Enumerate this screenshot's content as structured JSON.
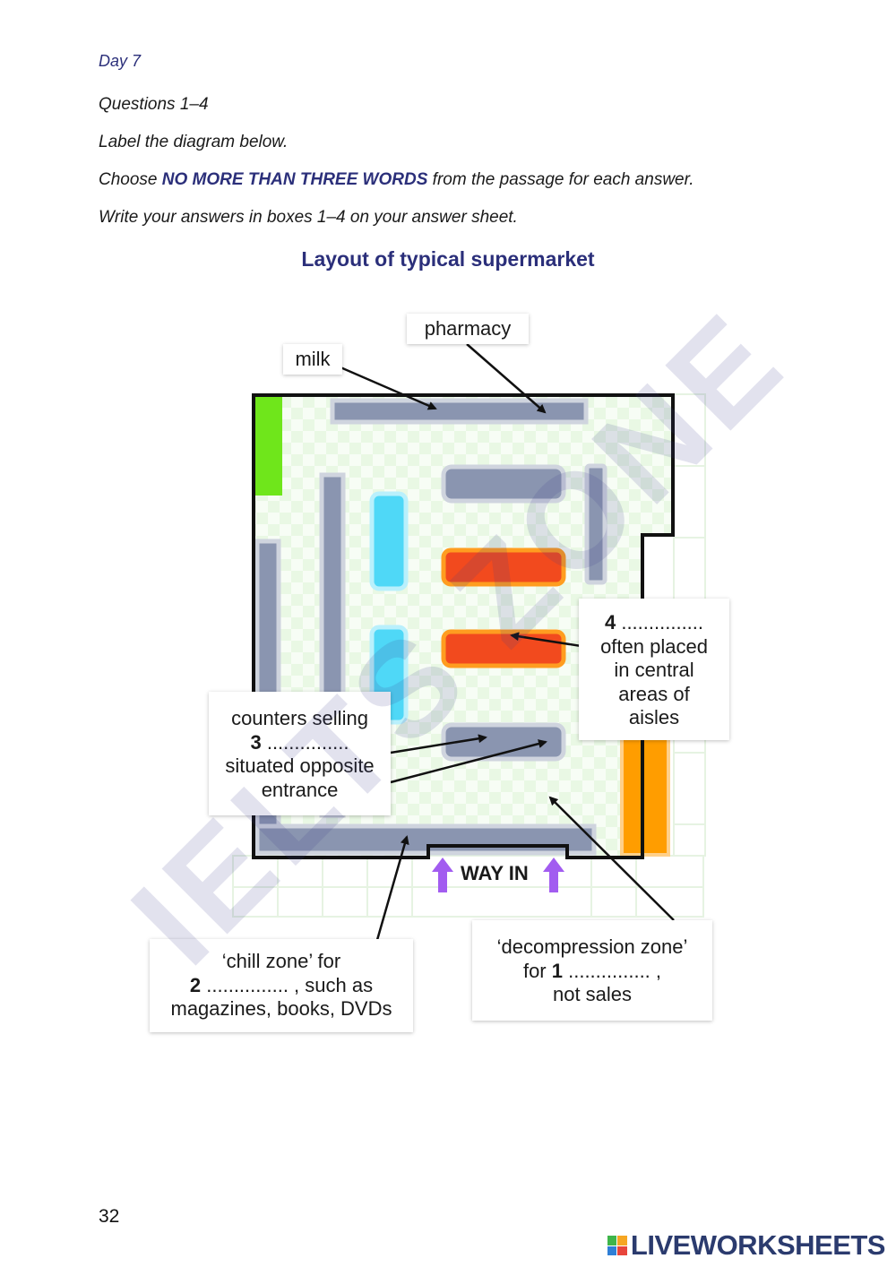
{
  "header": {
    "day": "Day 7",
    "questions": "Questions 1–4",
    "instruction_1": "Label the diagram below.",
    "instruction_2_pre": "Choose ",
    "instruction_2_bold": "NO MORE THAN THREE WORDS",
    "instruction_2_post": " from the passage for each answer.",
    "instruction_3": "Write your answers in boxes 1–4 on your answer sheet."
  },
  "diagram": {
    "title": "Layout of typical supermarket",
    "labels": {
      "milk": "milk",
      "pharmacy": "pharmacy",
      "way_in": "WAY IN",
      "q4_number": "4",
      "q4_dots": " ...............",
      "q4_line2": "often placed",
      "q4_line3": "in central",
      "q4_line4": "areas of",
      "q4_line5": "aisles",
      "q3_line1": "counters selling",
      "q3_number": "3",
      "q3_dots": " ...............",
      "q3_line3": "situated opposite",
      "q3_line4": "entrance",
      "q2_line1": "‘chill zone’ for",
      "q2_number": "2",
      "q2_dots": " ............... , such as",
      "q2_line3": "magazines, books, DVDs",
      "q1_line1": "‘decompression zone’",
      "q1_pre": "for ",
      "q1_number": "1",
      "q1_dots": " ............... ,",
      "q1_line3": "not sales"
    },
    "colors": {
      "shelf": "#8a95b0",
      "cyan": "#4fd8f7",
      "red": "#f24a1e",
      "orange": "#ff9d00",
      "green": "#6fe61b",
      "arrow": "#a25cf0",
      "wall": "#111111"
    }
  },
  "watermark": "IELTS ZONE",
  "footer": {
    "page_number": "32",
    "brand": "LIVEWORKSHEETS"
  }
}
